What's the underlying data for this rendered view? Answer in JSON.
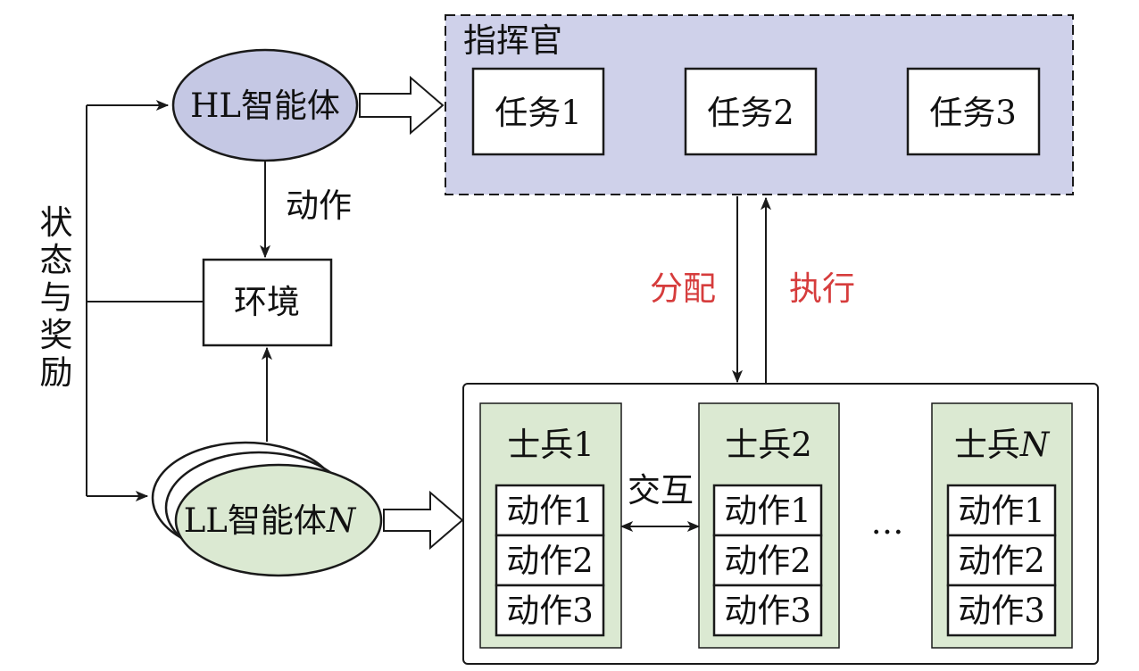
{
  "hl_agent": {
    "prefix": "HL",
    "name": "智能体"
  },
  "ll_agent": {
    "prefix": "LL",
    "name": "智能体",
    "suffix": "N"
  },
  "environment": "环境",
  "hl_action": "动作",
  "feedback": [
    "状",
    "态",
    "与",
    "奖",
    "励"
  ],
  "commander": {
    "title": "指挥官",
    "tasks": [
      "任务1",
      "任务2",
      "任务3"
    ]
  },
  "assign_label": "分配",
  "execute_label": "执行",
  "interaction_label": "交互",
  "ellipsis": "…",
  "soldiers": [
    {
      "name": "士兵",
      "index": "1",
      "actions": [
        "动作1",
        "动作2",
        "动作3"
      ]
    },
    {
      "name": "士兵",
      "index": "2",
      "actions": [
        "动作1",
        "动作2",
        "动作3"
      ]
    },
    {
      "name": "士兵",
      "index": "N",
      "actions": [
        "动作1",
        "动作2",
        "动作3"
      ]
    }
  ],
  "colors": {
    "hl_fill": "#c5c8e4",
    "commander_fill": "#cfd1ea",
    "ll_fill": "#dbe9d2",
    "soldier_fill": "#dbe9d2",
    "red_label": "#d63c3c",
    "line": "#1a1a1a"
  }
}
